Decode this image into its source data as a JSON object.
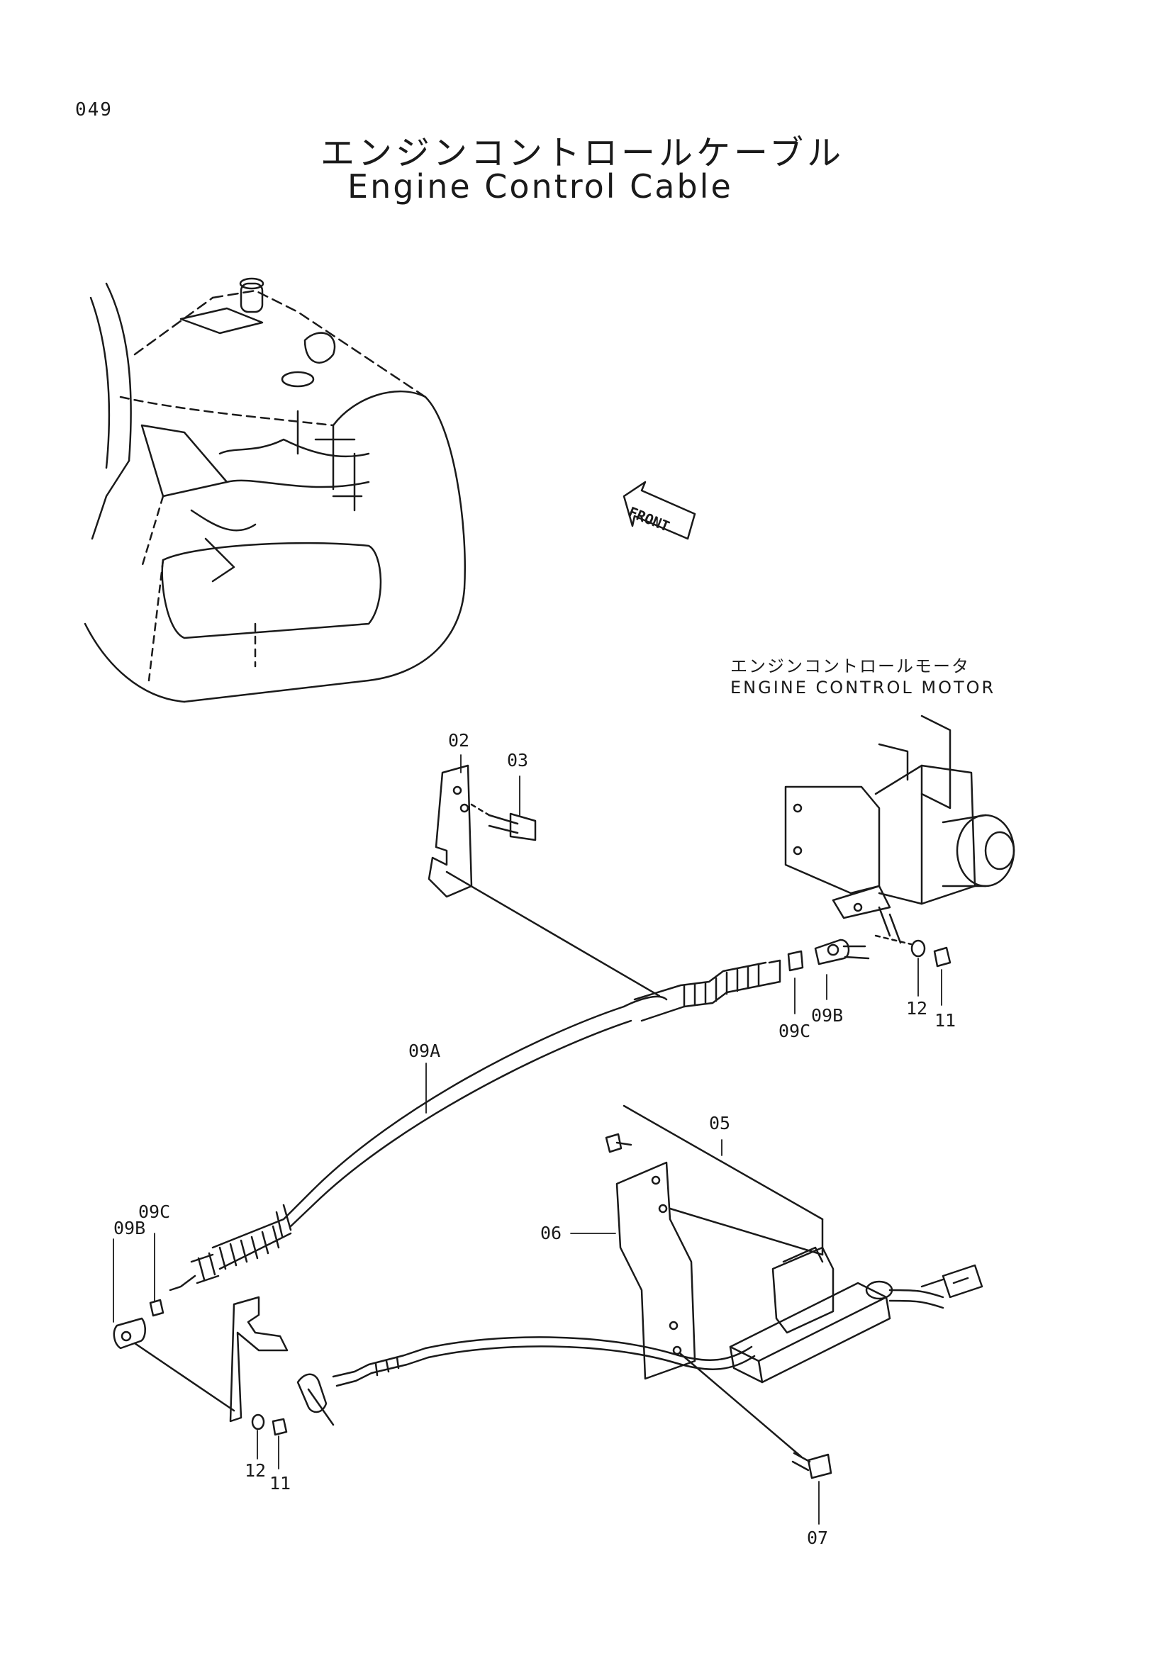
{
  "header": {
    "page_number": "049",
    "title_jp": "エンジンコントロールケーブル",
    "title_en": "Engine Control Cable"
  },
  "callouts": {
    "front_arrow": "FRONT",
    "motor_label_jp": "エンジンコントロールモータ",
    "motor_label_en": "ENGINE CONTROL MOTOR"
  },
  "parts": {
    "p02": "02",
    "p03": "03",
    "p05": "05",
    "p06": "06",
    "p07": "07",
    "p09a": "09A",
    "p09b_top": "09B",
    "p09c_top": "09C",
    "p09b_left": "09B",
    "p09c_left": "09C",
    "p11_top": "11",
    "p12_top": "12",
    "p11_bottom": "11",
    "p12_bottom": "12"
  },
  "colors": {
    "ink": "#1a1a1a",
    "paper": "#ffffff"
  }
}
